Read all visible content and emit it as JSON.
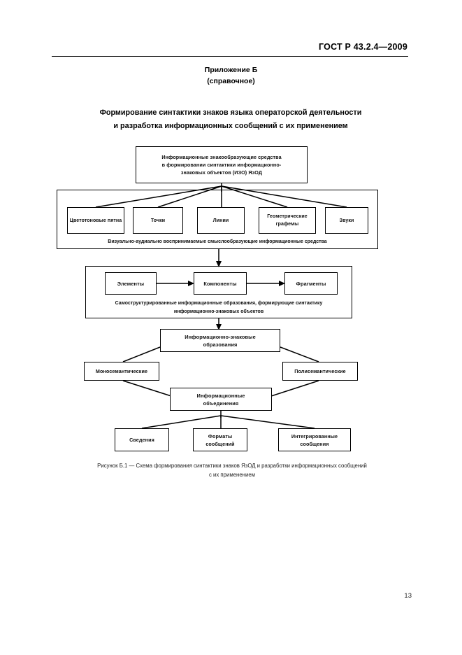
{
  "document": {
    "standard_header": "ГОСТ Р 43.2.4—2009",
    "annex_label": "Приложение Б",
    "annex_kind": "(справочное)",
    "title_line1": "Формирование синтактики знаков языка операторской деятельности",
    "title_line2": "и разработка информационных сообщений с их применением",
    "figure_caption_line1": "Рисунок  Б.1 — Схема формирования синтактики знаков ЯзОД и разработки информационных сообщений",
    "figure_caption_line2": "с их применением",
    "page_number": "13"
  },
  "diagram": {
    "root": {
      "line1": "Информационные знакообразующие средства",
      "line2": "в формировании синтактики информационно-",
      "line3": "знаковых объектов (ИЗО) ЯзОД"
    },
    "group_means": {
      "caption": "Визуально-аудиально воспринимаемые смыслообразующие информационные средства",
      "items": [
        {
          "label": "Цветотоновые пятна"
        },
        {
          "label": "Точки"
        },
        {
          "label": "Линии"
        },
        {
          "label": "Геометрические графемы"
        },
        {
          "label": "Звуки"
        }
      ]
    },
    "group_structures": {
      "caption_line1": "Самоструктурированные информационные образования, формирующие синтактику",
      "caption_line2": "информационно-знаковых объектов",
      "items": [
        {
          "label": "Элементы"
        },
        {
          "label": "Компоненты"
        },
        {
          "label": "Фрагменты"
        }
      ]
    },
    "izo_formations": {
      "line1": "Информационно-знаковые",
      "line2": "образования"
    },
    "semantics": {
      "mono": "Моносемантические",
      "poly": "Полисемантические"
    },
    "unions": {
      "line1": "Информационные",
      "line2": "объединения"
    },
    "outputs": [
      {
        "label": "Сведения"
      },
      {
        "line1": "Форматы",
        "line2": "сообщений"
      },
      {
        "line1": "Интегрированные",
        "line2": "сообщения"
      }
    ]
  }
}
